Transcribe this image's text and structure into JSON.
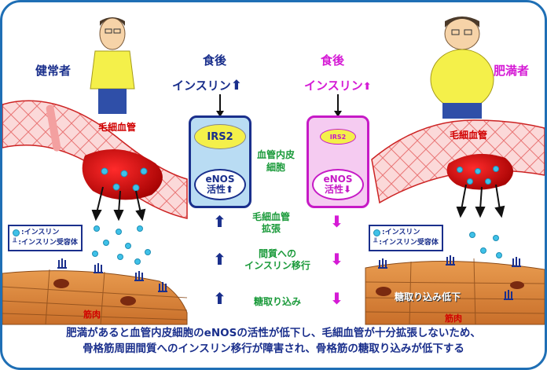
{
  "title": "",
  "left": {
    "person_label": "健常者",
    "capillary_label": "毛細血管",
    "muscle_label": "筋肉",
    "legend_insulin": ":インスリン",
    "legend_receptor": ":インスリン受容体"
  },
  "right": {
    "person_label": "肥満者",
    "capillary_label": "毛細血管",
    "muscle_label": "筋肉",
    "muscle_note": "糖取り込み低下",
    "legend_insulin": ":インスリン",
    "legend_receptor": ":インスリン受容体"
  },
  "center": {
    "left_header": "食後",
    "right_header": "食後",
    "left_insulin": "インスリン",
    "right_insulin": "インスリン",
    "left_irs2": "IRS2",
    "right_irs2": "IRS2",
    "left_enos": "eNOS",
    "left_activity": "活性",
    "right_enos": "eNOS",
    "right_activity": "活性",
    "endothelial_label_line1": "血管内皮",
    "endothelial_label_line2": "細胞",
    "step1_line1": "毛細血管",
    "step1_line2": "拡張",
    "step2_line1": "間質への",
    "step2_line2": "インスリン移行",
    "step3": "糖取り込み"
  },
  "conclusion": {
    "line1": "肥満があると血管内皮細胞のeNOSの活性が低下し、毛細血管が十分拡張しないため、",
    "line2": "骨格筋周囲間質へのインスリン移行が障害され、骨格筋の糖取り込みが低下する"
  },
  "colors": {
    "frame": "#1f6fb5",
    "normal": "#1a2f8c",
    "obese": "#d51ad5",
    "endothelial_text": "#1a9a3a",
    "insulin": "#3fc1e8"
  }
}
